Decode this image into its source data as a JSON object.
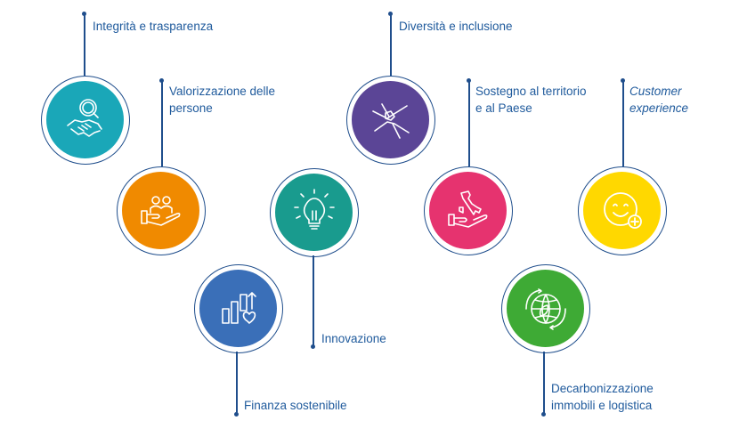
{
  "items": [
    {
      "id": "integrita",
      "label": "Integrità e trasparenza",
      "italic": false,
      "color": "#1aa7b8",
      "icon": "handshake-magnifier-icon"
    },
    {
      "id": "valorizzazione",
      "label": "Valorizzazione delle\npersone",
      "italic": false,
      "color": "#f08a00",
      "icon": "people-hand-icon"
    },
    {
      "id": "finanza",
      "label": "Finanza sostenibile",
      "italic": false,
      "color": "#3a6fb8",
      "icon": "bar-chart-heart-icon"
    },
    {
      "id": "innovazione",
      "label": "Innovazione",
      "italic": false,
      "color": "#199b8e",
      "icon": "lightbulb-icon"
    },
    {
      "id": "diversita",
      "label": "Diversità e inclusione",
      "italic": false,
      "color": "#5b4596",
      "icon": "joined-hands-icon"
    },
    {
      "id": "sostegno",
      "label": "Sostegno al territorio\ne al Paese",
      "italic": false,
      "color": "#e6336f",
      "icon": "italy-hand-icon"
    },
    {
      "id": "customer",
      "label": "Customer\nexperience",
      "italic": true,
      "color": "#ffd800",
      "icon": "smiley-plus-icon"
    },
    {
      "id": "decarbonizzazione",
      "label": "Decarbonizzazione\nimmobili e logistica",
      "italic": false,
      "color": "#3eaa35",
      "icon": "globe-leaf-icon"
    }
  ]
}
